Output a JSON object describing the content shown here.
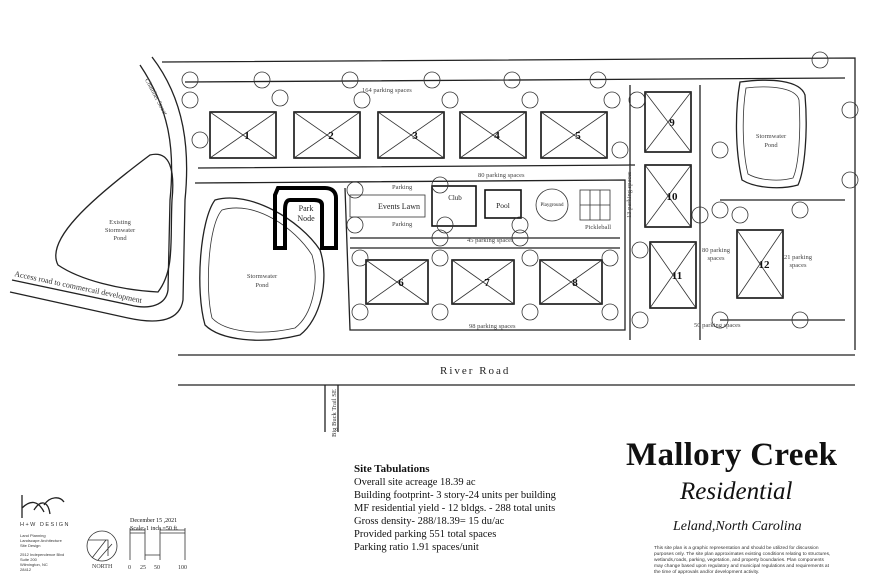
{
  "title": {
    "name": "Mallory Creek",
    "subtitle": "Residential",
    "location": "Leland,North Carolina"
  },
  "roads": {
    "river_road": "River Road",
    "chamber_street": "Chamber Street",
    "big_buck": "Big Buck Trail SE",
    "access_road": "Access road to commercail development"
  },
  "ponds": {
    "existing": [
      "Existing",
      "Stormwater",
      "Pond"
    ],
    "stormwater_left": [
      "Stormwater",
      "Pond"
    ],
    "stormwater_right": [
      "Stormwater",
      "Pond"
    ]
  },
  "amenities": {
    "park_node": [
      "Park",
      "Node"
    ],
    "events_lawn": "Events Lawn",
    "club": "Club",
    "pool": "Pool",
    "playground": "Playground",
    "pickleball": "Pickleball",
    "parking_top": "Parking",
    "parking_bottom": "Parking"
  },
  "parking": {
    "p164": "164 parking spaces",
    "p80": "80 parking spaces",
    "p45": "45 parking spaces",
    "p98": "98 parking spaces",
    "p13": "13 parking spaces",
    "p80b": [
      "80 parking",
      "spaces"
    ],
    "p21": [
      "21 parking",
      "spaces"
    ],
    "p50": "50 parking spaces"
  },
  "buildings": [
    "1",
    "2",
    "3",
    "4",
    "5",
    "6",
    "7",
    "8",
    "9",
    "10",
    "11",
    "12"
  ],
  "tabulations": {
    "heading": "Site Tabulations",
    "lines": [
      "Overall site acreage 18.39 ac",
      "Building footprint- 3 story-24 units per building",
      "MF residential yield - 12 bldgs. - 288 total units",
      "Gross density- 288/18.39= 15 du/ac",
      "Provided parking   551 total spaces",
      "Parking ratio  1.91 spaces/unit"
    ]
  },
  "firm": {
    "name": "H+W DESIGN",
    "services": [
      "Land Planning",
      "Landscape Architecture",
      "Site Design"
    ],
    "address": [
      "2512 Independence Blvd",
      "Suite 200",
      "Wilmington, NC",
      "28412"
    ]
  },
  "drawing_info": {
    "date": "December 15 ,2021",
    "scale": "Scale: 1 inch =50 ft.",
    "north": "NORTH",
    "scale_ticks": [
      "0",
      "25",
      "50",
      "100"
    ]
  },
  "disclaimer": "This site plan is a graphic representation and should be utilized for discussion purposes only. The site plan approximates existing conditions relating to structures, wetlands,roads, parking, vegetation, and property boundaries. Plan components may change based upon regulatory and municipal regulations and requirements at the time of approvals and/or development activity."
}
